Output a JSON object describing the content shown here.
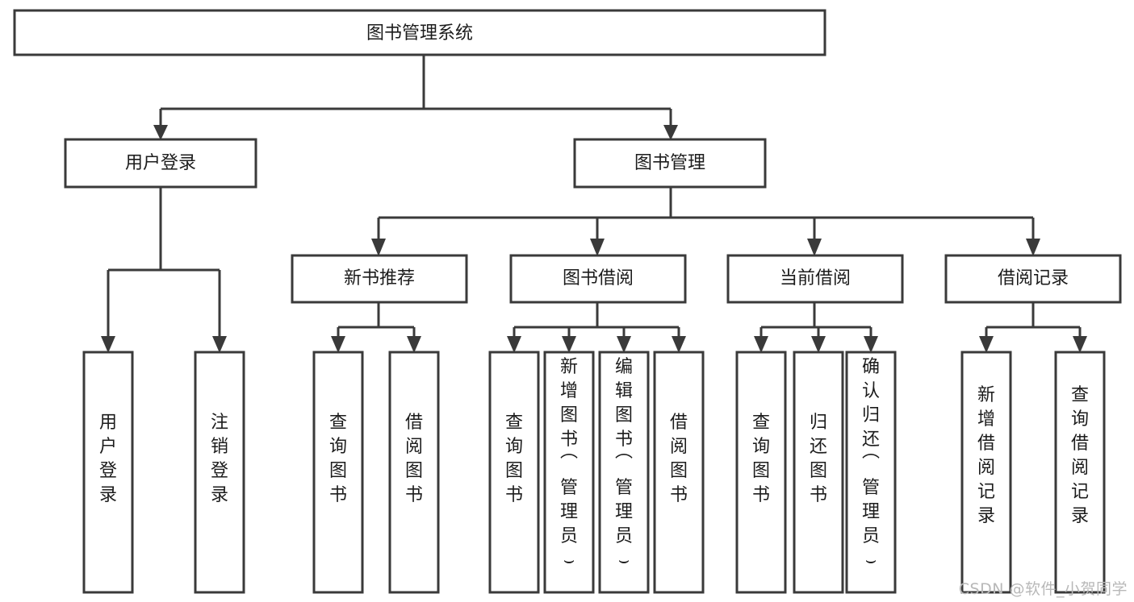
{
  "diagram": {
    "type": "tree-hierarchy",
    "title": "图书管理系统",
    "watermark": "CSDN @软件_小贺同学",
    "colors": {
      "background": "#ffffff",
      "stroke": "#3a3a3a",
      "text": "#1c1c1c",
      "watermark": "#b8b8b8"
    },
    "nodes": {
      "root": {
        "label": "图书管理系统",
        "orientation": "horizontal"
      },
      "level2": [
        {
          "id": "user-login",
          "label": "用户登录",
          "orientation": "horizontal"
        },
        {
          "id": "book-manage",
          "label": "图书管理",
          "orientation": "horizontal"
        }
      ],
      "level3": [
        {
          "id": "new-book-recommend",
          "label": "新书推荐",
          "orientation": "horizontal"
        },
        {
          "id": "book-borrow",
          "label": "图书借阅",
          "orientation": "horizontal"
        },
        {
          "id": "current-borrow",
          "label": "当前借阅",
          "orientation": "horizontal"
        },
        {
          "id": "borrow-record",
          "label": "借阅记录",
          "orientation": "horizontal"
        }
      ],
      "leaves": [
        {
          "id": "leaf-user-login",
          "label": "用户登录",
          "parent": "user-login",
          "orientation": "vertical"
        },
        {
          "id": "leaf-user-logout",
          "label": "注销登录",
          "parent": "user-login",
          "orientation": "vertical"
        },
        {
          "id": "leaf-query-book-1",
          "label": "查询图书",
          "parent": "new-book-recommend",
          "orientation": "vertical"
        },
        {
          "id": "leaf-borrow-book-1",
          "label": "借阅图书",
          "parent": "new-book-recommend",
          "orientation": "vertical"
        },
        {
          "id": "leaf-query-book-2",
          "label": "查询图书",
          "parent": "book-borrow",
          "orientation": "vertical"
        },
        {
          "id": "leaf-add-book",
          "label": "新增图书（管理员）",
          "parent": "book-borrow",
          "orientation": "vertical"
        },
        {
          "id": "leaf-edit-book",
          "label": "编辑图书（管理员）",
          "parent": "book-borrow",
          "orientation": "vertical"
        },
        {
          "id": "leaf-borrow-book-2",
          "label": "借阅图书",
          "parent": "book-borrow",
          "orientation": "vertical"
        },
        {
          "id": "leaf-query-book-3",
          "label": "查询图书",
          "parent": "current-borrow",
          "orientation": "vertical"
        },
        {
          "id": "leaf-return-book",
          "label": "归还图书",
          "parent": "current-borrow",
          "orientation": "vertical"
        },
        {
          "id": "leaf-confirm-return",
          "label": "确认归还（管理员）",
          "parent": "current-borrow",
          "orientation": "vertical"
        },
        {
          "id": "leaf-add-record",
          "label": "新增借阅记录",
          "parent": "borrow-record",
          "orientation": "vertical"
        },
        {
          "id": "leaf-query-record",
          "label": "查询借阅记录",
          "parent": "borrow-record",
          "orientation": "vertical"
        }
      ]
    }
  }
}
